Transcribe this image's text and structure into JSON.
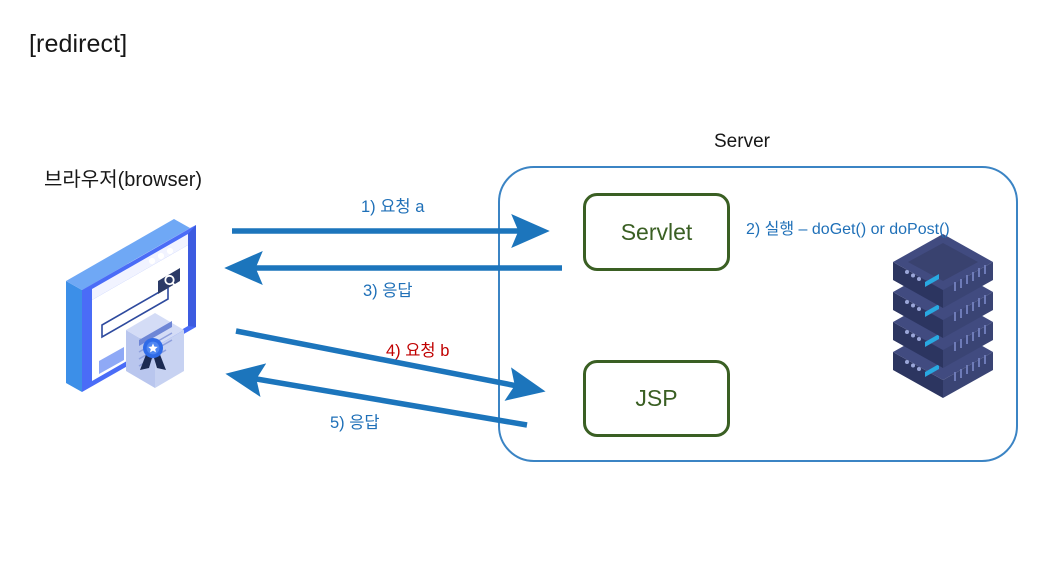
{
  "page": {
    "title": "[redirect]",
    "background": "#ffffff"
  },
  "colors": {
    "arrow_blue": "#1C75BC",
    "container_blue": "#3B84C4",
    "box_green": "#3A5F23",
    "label_blue": "#1F70B8",
    "label_red": "#C00000",
    "text_dark": "#171717",
    "browser_frame": "#4A6CF7",
    "server_rack_dark": "#37416E",
    "server_rack_led": "#29A9E1"
  },
  "left_side": {
    "label": "브라우저(browser)",
    "illustration_name": "browser-window-illustration"
  },
  "server": {
    "label": "Server",
    "illustration_name": "server-rack-illustration",
    "components": [
      {
        "id": "servlet",
        "label": "Servlet"
      },
      {
        "id": "jsp",
        "label": "JSP"
      }
    ]
  },
  "flows": [
    {
      "step": 1,
      "label": "1) 요청 a",
      "color": "#1F70B8",
      "direction": "browser-to-servlet",
      "shape": "horizontal"
    },
    {
      "step": 2,
      "label": "2) 실행 – doGet() or doPost()",
      "color": "#1F70B8",
      "direction": "internal-servlet-execute",
      "shape": "annotation"
    },
    {
      "step": 3,
      "label": "3) 응답",
      "color": "#1F70B8",
      "direction": "servlet-to-browser",
      "shape": "horizontal"
    },
    {
      "step": 4,
      "label": "4) 요청 b",
      "color": "#C00000",
      "direction": "browser-to-jsp",
      "shape": "slanted-down"
    },
    {
      "step": 5,
      "label": "5) 응답",
      "color": "#1F70B8",
      "direction": "jsp-to-browser",
      "shape": "slanted-up"
    }
  ]
}
